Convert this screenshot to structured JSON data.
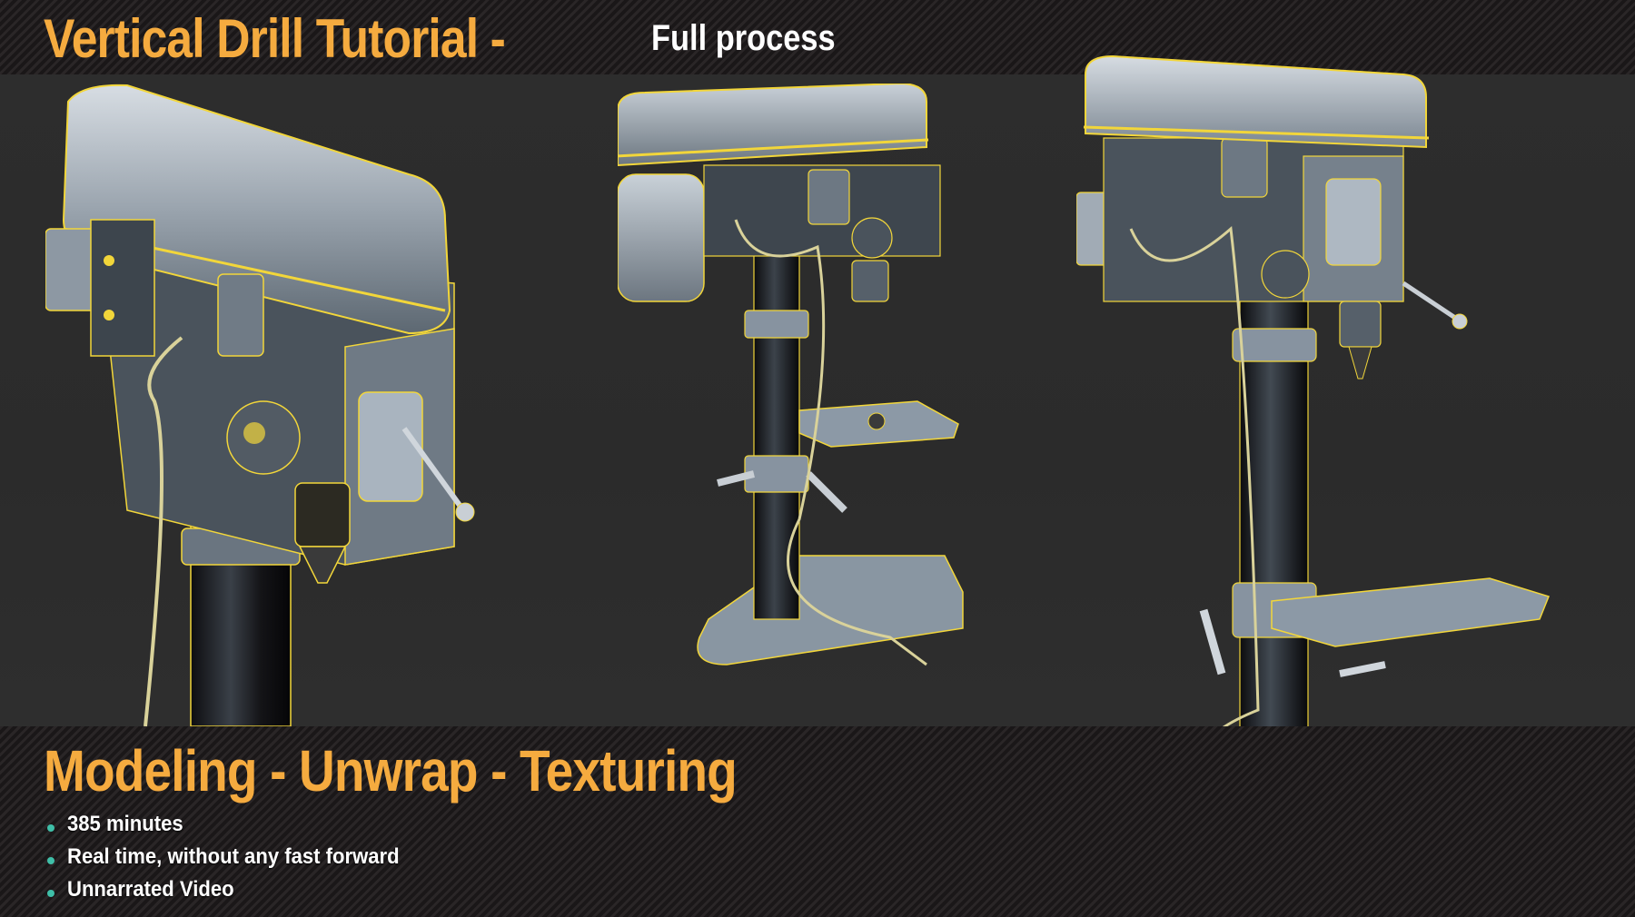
{
  "header": {
    "title": "Vertical Drill Tutorial -",
    "subtitle": "Full process"
  },
  "footer": {
    "heading": "Modeling - Unwrap - Texturing",
    "features": [
      {
        "text": "385 minutes"
      },
      {
        "text": "Real time, without any fast forward"
      },
      {
        "text": "Unnarrated Video"
      }
    ]
  },
  "renders": [
    {
      "label": "drill-press-closeup-head"
    },
    {
      "label": "drill-press-full-front"
    },
    {
      "label": "drill-press-full-side"
    }
  ],
  "colors": {
    "accent": "#f5ab3f",
    "bullet": "#3fbfa8",
    "wireframe": "#f2d63a",
    "metal": "#b9c2cc",
    "background": "#2b2b2b"
  }
}
